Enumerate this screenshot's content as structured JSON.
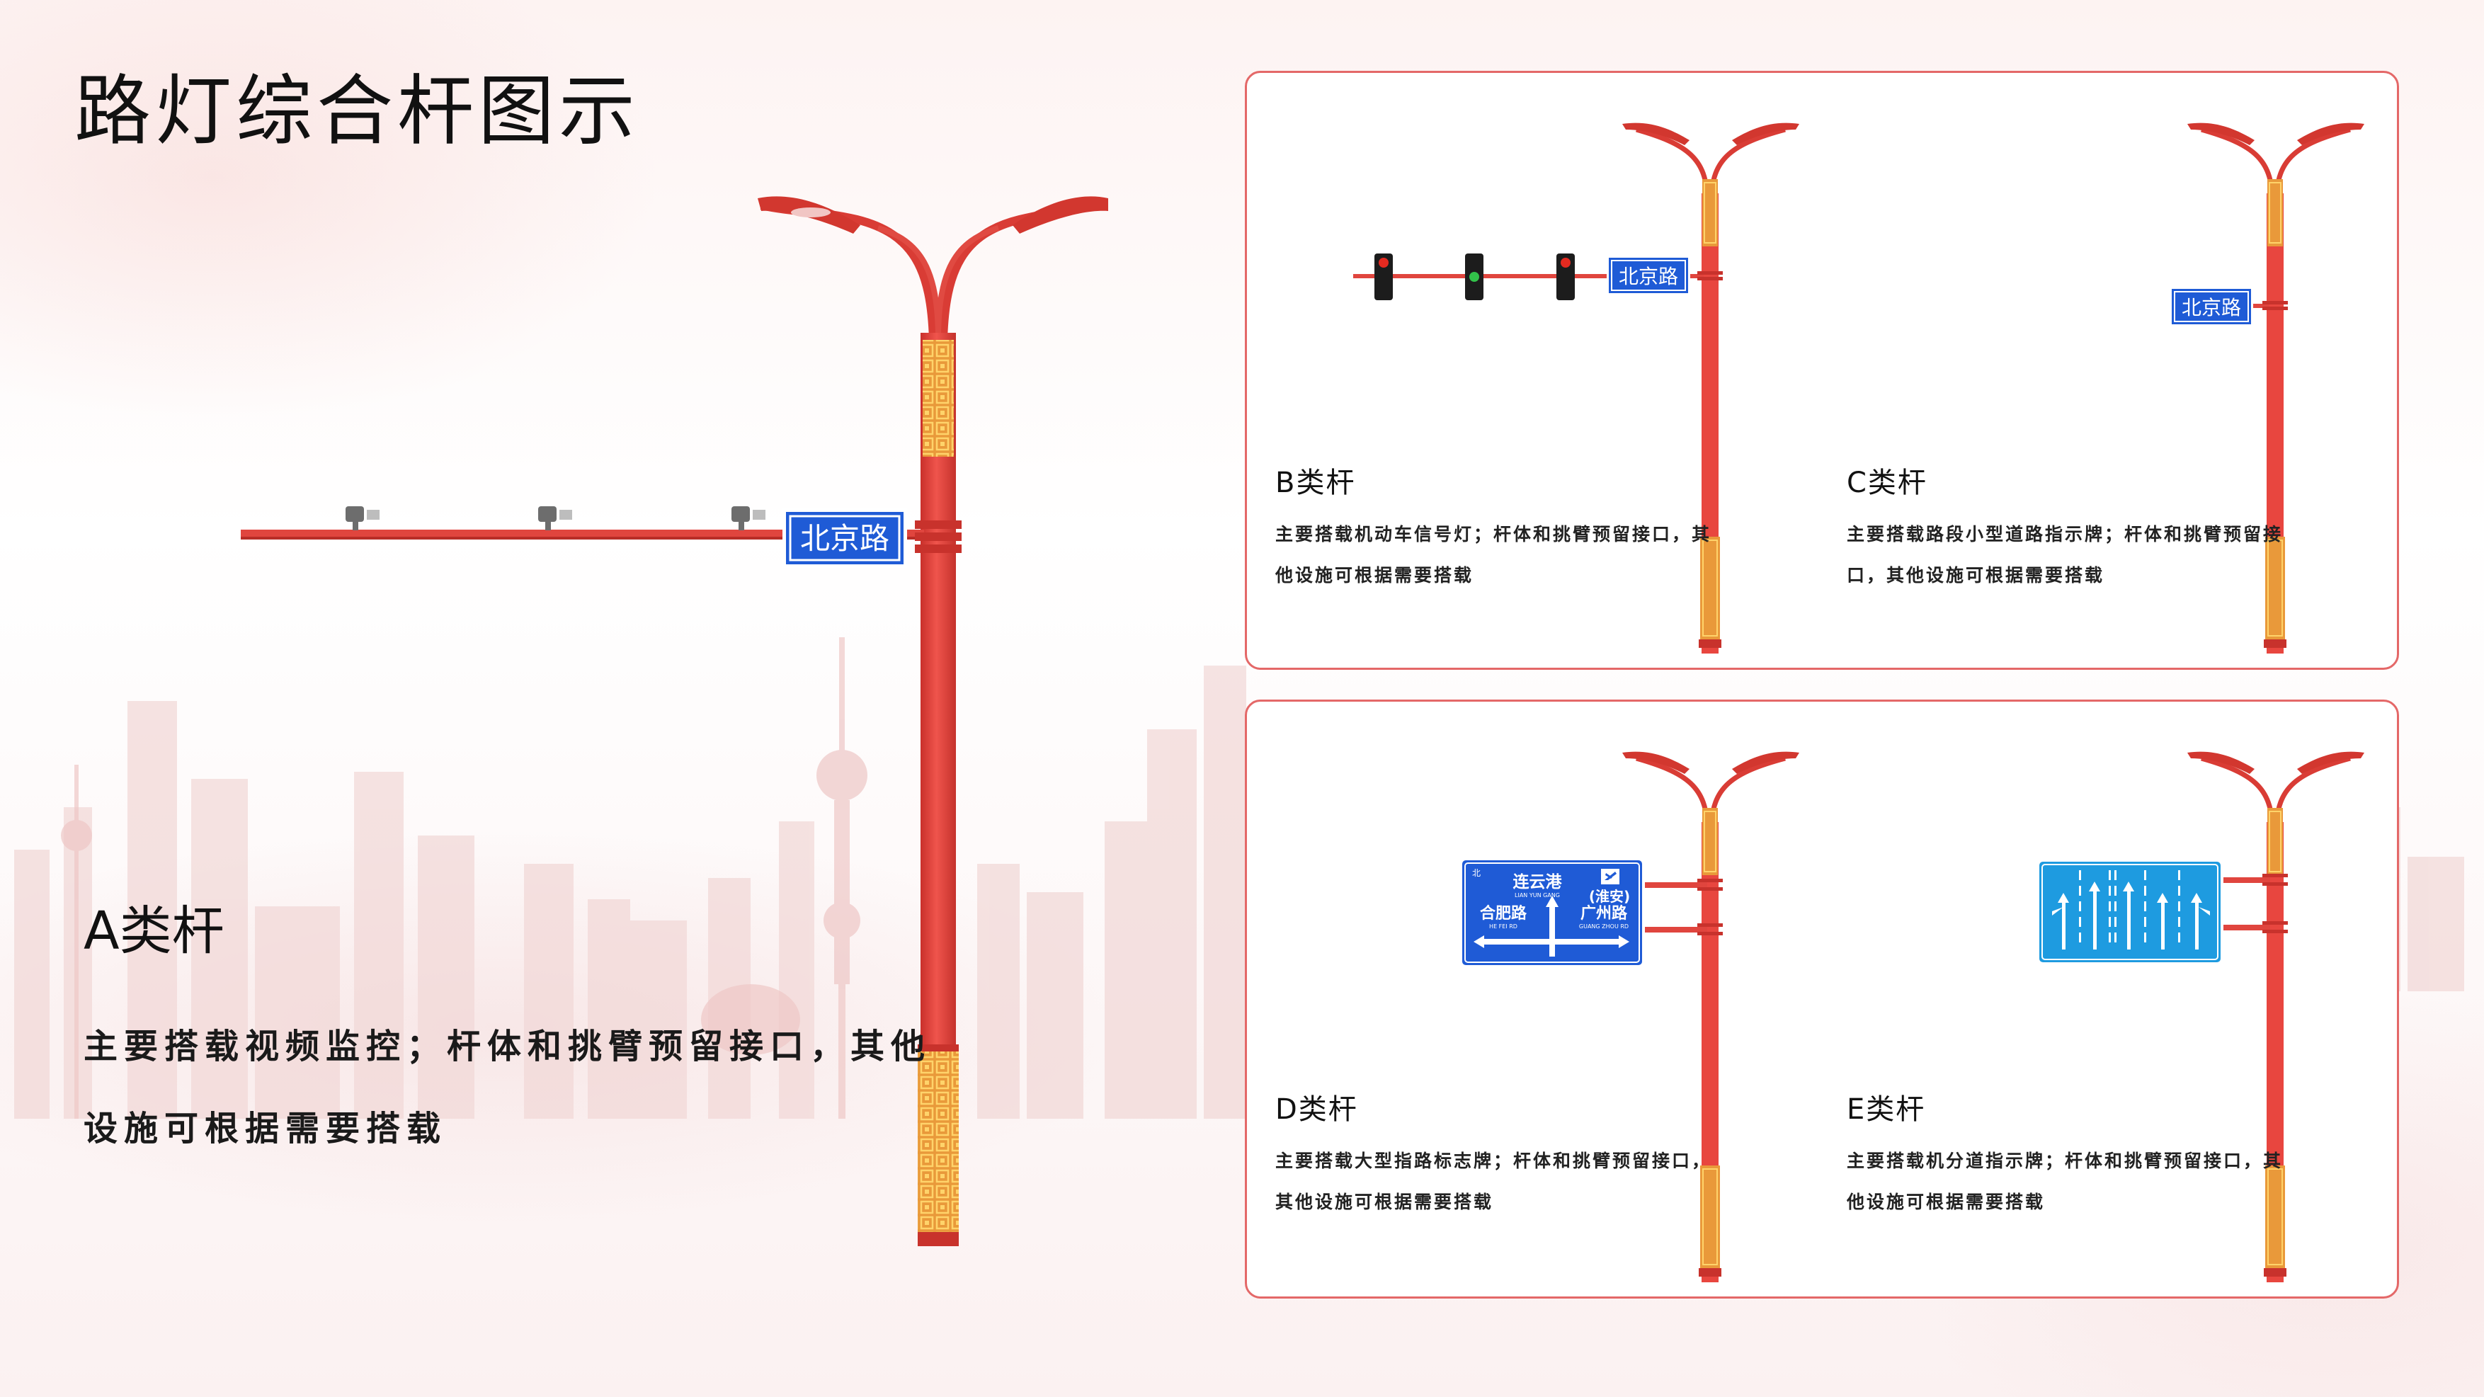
{
  "page": {
    "title": "路灯综合杆图示"
  },
  "colors": {
    "pole_red": "#e8463f",
    "panel_border": "#e46868",
    "sign_blue": "#1f5bd6",
    "gold": "#f2b33b"
  },
  "signs": {
    "street_name": "北京路",
    "guide_top_left": "连云港",
    "guide_top_left_pinyin": "LIAN YUN GANG",
    "guide_top_right": "(淮安)",
    "guide_bottom_left": "合肥路",
    "guide_bottom_left_pinyin": "HE FEI RD",
    "guide_bottom_right": "广州路",
    "guide_bottom_right_pinyin": "GUANG ZHOU RD",
    "guide_corner": "北"
  },
  "poles": {
    "a": {
      "title": "A类杆",
      "description": "主要搭载视频监控；杆体和挑臂预留接口，其他设施可根据需要搭载"
    },
    "b": {
      "title": "B类杆",
      "description": "主要搭载机动车信号灯；杆体和挑臂预留接口，其他设施可根据需要搭载"
    },
    "c": {
      "title": "C类杆",
      "description": "主要搭载路段小型道路指示牌；杆体和挑臂预留接口，其他设施可根据需要搭载"
    },
    "d": {
      "title": "D类杆",
      "description": "主要搭载大型指路标志牌；杆体和挑臂预留接口，其他设施可根据需要搭载"
    },
    "e": {
      "title": "E类杆",
      "description": "主要搭载机分道指示牌；杆体和挑臂预留接口，其他设施可根据需要搭载"
    }
  }
}
